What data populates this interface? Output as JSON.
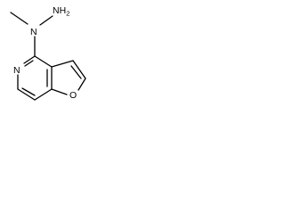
{
  "molecule": {
    "atoms": {
      "nh2": {
        "symbol": "N",
        "hydrogens": "H",
        "count": "2"
      },
      "n_hydrazine": {
        "symbol": "N"
      },
      "n_ring": {
        "symbol": "N"
      },
      "o_ring": {
        "symbol": "O"
      }
    }
  },
  "colors": {
    "bond": "#000000",
    "text": "#000000",
    "background": "#ffffff"
  }
}
